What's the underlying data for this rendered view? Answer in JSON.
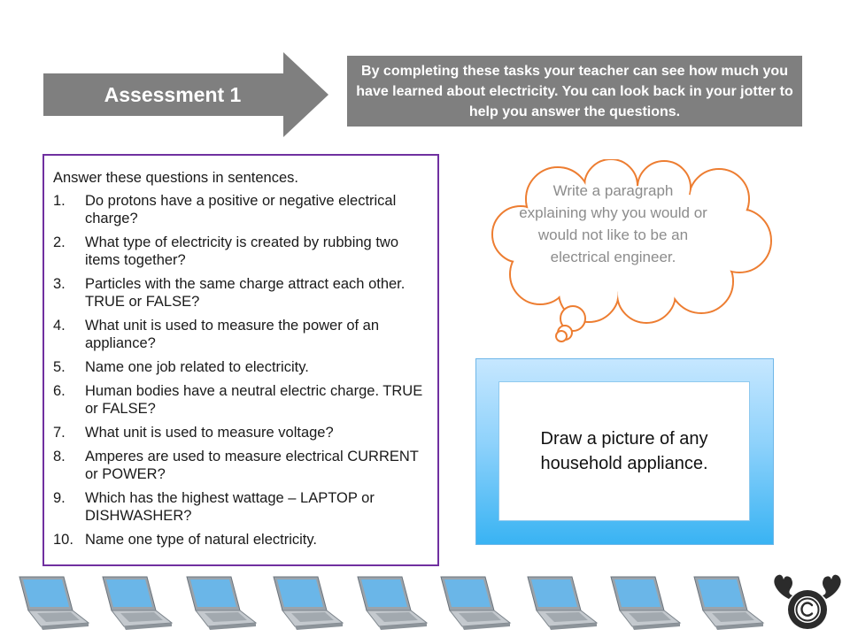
{
  "header": {
    "title": "Assessment 1",
    "intro": "By completing these tasks your teacher can see how much you have learned about electricity. You can look back in your jotter to help you answer the questions."
  },
  "questions": {
    "heading": "Answer these questions in sentences.",
    "items": [
      {
        "num": "1.",
        "text": "Do protons have a positive or negative electrical charge?"
      },
      {
        "num": "2.",
        "text": "What type of electricity is created by rubbing two items together?"
      },
      {
        "num": "3.",
        "text": "Particles with the same charge attract each other. TRUE or FALSE?"
      },
      {
        "num": "4.",
        "text": "What unit is used to measure the power of an appliance?"
      },
      {
        "num": "5.",
        "text": "Name one job related to electricity."
      },
      {
        "num": "6.",
        "text": "Human bodies have a neutral electric charge. TRUE or FALSE?"
      },
      {
        "num": "7.",
        "text": "What unit is used to measure voltage?"
      },
      {
        "num": "8.",
        "text": "Amperes are used to measure electrical CURRENT or POWER?"
      },
      {
        "num": "9.",
        "text": "Which has the highest wattage – LAPTOP or DISHWASHER?"
      },
      {
        "num": "10.",
        "text": "Name one type of natural electricity."
      }
    ]
  },
  "thought_cloud": {
    "text": "Write a paragraph explaining why you would or would not like to be an electrical engineer."
  },
  "drawing_task": {
    "text": "Draw a picture of any household appliance."
  },
  "footer": {
    "laptop_icon": "laptop-icon",
    "laptop_count": 9,
    "logo_icon": "moose-copyright-logo"
  },
  "colors": {
    "header_grey": "#7f7f7f",
    "question_border": "#7030a0",
    "cloud_outline": "#ed7d31",
    "cloud_text": "#8c8c8c",
    "draw_box_blue": "#39b3f3"
  }
}
